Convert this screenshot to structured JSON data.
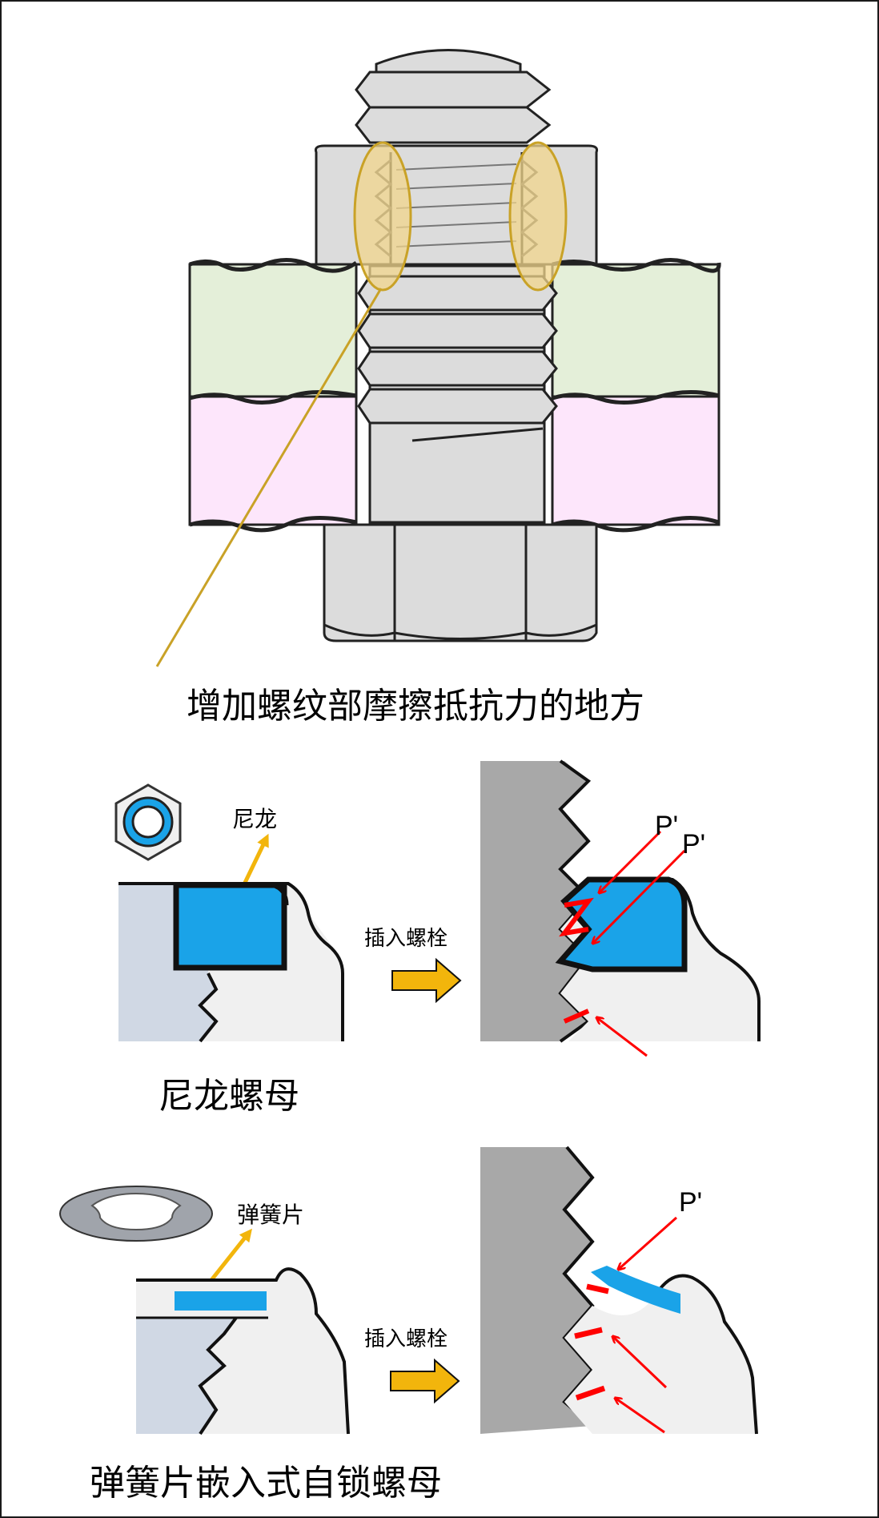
{
  "top_diagram": {
    "caption": "增加螺纹部摩擦抵抗力的地方"
  },
  "nylon_section": {
    "material_label": "尼龙",
    "arrow_label": "插入螺栓",
    "force_labels": [
      "P'",
      "P'"
    ],
    "caption": "尼龙螺母"
  },
  "spring_section": {
    "material_label": "弹簧片",
    "arrow_label": "插入螺栓",
    "force_label": "P'",
    "caption": "弹簧片嵌入式自锁螺母"
  },
  "colors": {
    "highlight": "#f2d58c",
    "leader": "#c9a227",
    "plate_top": "#e4efd9",
    "plate_bottom": "#fde6fb",
    "steel": "#dcdcdc",
    "nylon": "#1aa3e8",
    "force": "#ff0000",
    "arrow": "#f2b50c"
  }
}
